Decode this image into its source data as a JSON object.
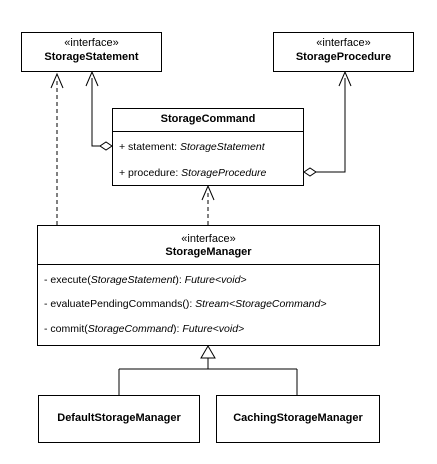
{
  "diagram": {
    "storage_statement": {
      "stereotype": "«interface»",
      "name": "StorageStatement"
    },
    "storage_procedure": {
      "stereotype": "«interface»",
      "name": "StorageProcedure"
    },
    "storage_command": {
      "name": "StorageCommand",
      "attributes": [
        {
          "prefix": "+ statement: ",
          "type": "StorageStatement"
        },
        {
          "prefix": "+ procedure: ",
          "type": "StorageProcedure"
        }
      ]
    },
    "storage_manager": {
      "stereotype": "«interface»",
      "name": "StorageManager",
      "methods": [
        {
          "pre": "- execute(",
          "param": "StorageStatement",
          "mid": "): ",
          "ret": "Future<void>"
        },
        {
          "pre": "- evaluatePendingCommands(",
          "param": "",
          "mid": "): ",
          "ret": "Stream<StorageCommand>"
        },
        {
          "pre": "- commit(",
          "param": "StorageCommand",
          "mid": "): ",
          "ret": "Future<void>"
        }
      ]
    },
    "default_storage_manager": {
      "name": "DefaultStorageManager"
    },
    "caching_storage_manager": {
      "name": "CachingStorageManager"
    }
  }
}
